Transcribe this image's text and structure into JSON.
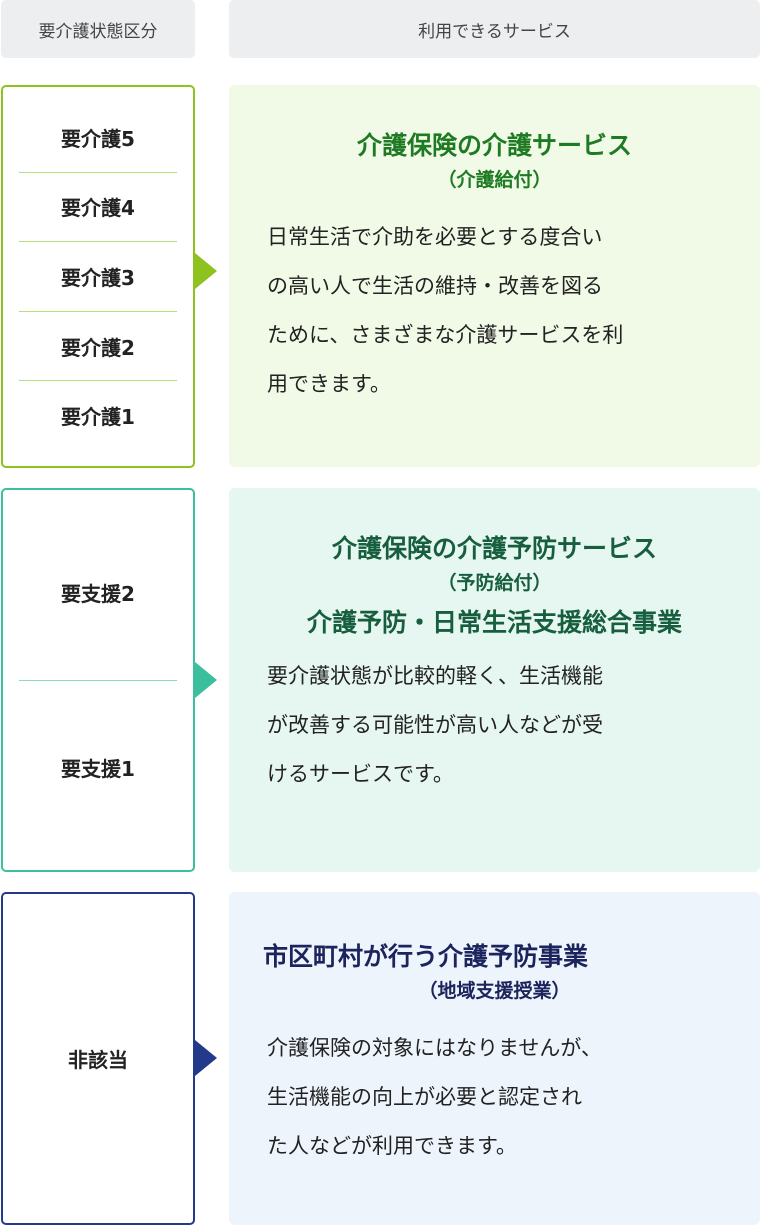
{
  "headers": {
    "level": "要介護状態区分",
    "service": "利用できるサービス"
  },
  "colors": {
    "care": "#8dc21f",
    "support": "#3cbf9c",
    "none": "#233a8b"
  },
  "groups": [
    {
      "levels": [
        "要介護5",
        "要介護4",
        "要介護3",
        "要介護2",
        "要介護1"
      ],
      "title": "介護保険の介護サービス",
      "subtitle": "（介護給付）",
      "desc": [
        "日常生活で介助を必要とする度合い",
        "の高い人で生活の維持・改善を図る",
        "ために、さまざまな介護サービスを利",
        "用できます。"
      ]
    },
    {
      "levels": [
        "要支援2",
        "要支援1"
      ],
      "title": "介護保険の介護予防サービス",
      "subtitle": "（予防給付）",
      "title2": "介護予防・日常生活支援総合事業",
      "desc": [
        "要介護状態が比較的軽く、生活機能",
        "が改善する可能性が高い人などが受",
        "けるサービスです。"
      ]
    },
    {
      "levels": [
        "非該当"
      ],
      "title": "市区町村が行う介護予防事業",
      "subtitle": "（地域支援授業）",
      "desc": [
        "介護保険の対象にはなりませんが、",
        "生活機能の向上が必要と認定され",
        "た人などが利用できます。"
      ]
    }
  ]
}
